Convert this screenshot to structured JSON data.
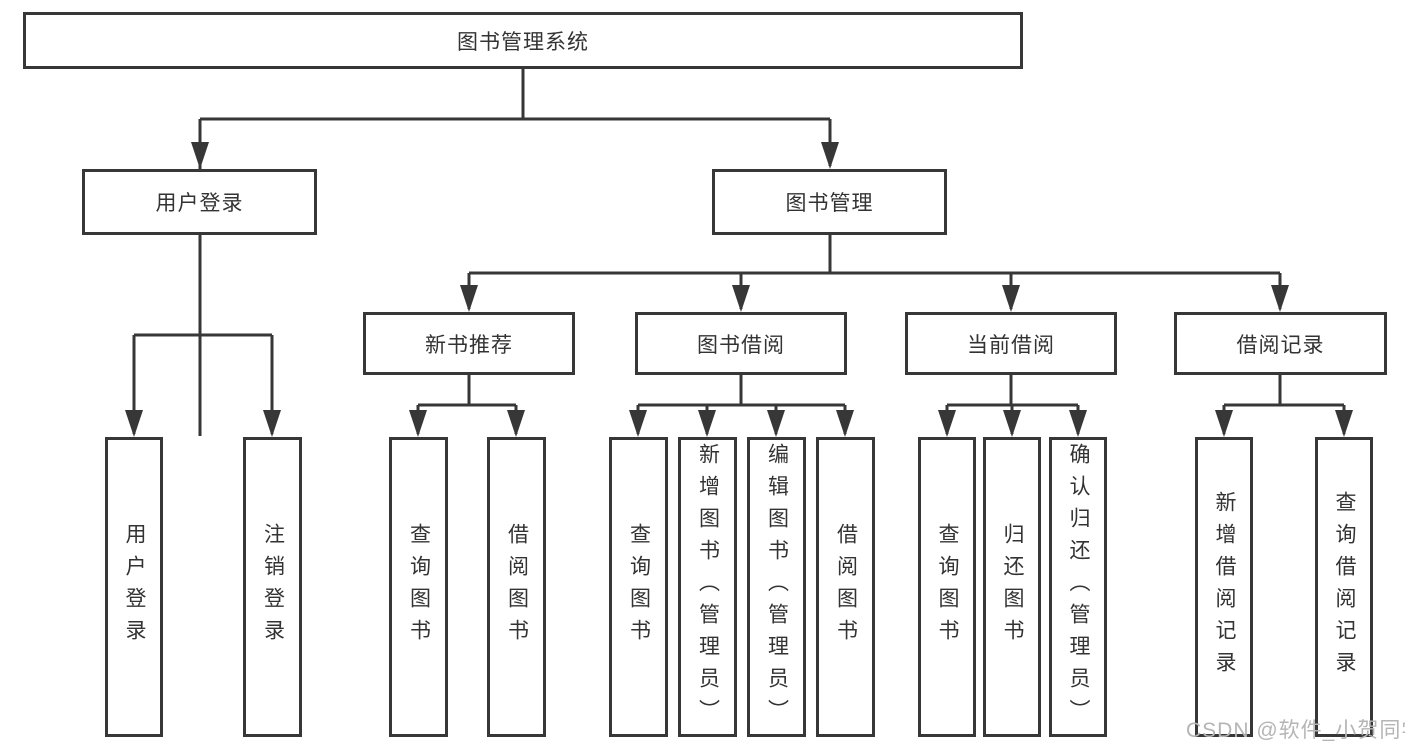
{
  "diagram_title": "图书管理系统",
  "nodes": {
    "root": "图书管理系统",
    "l2": [
      "用户登录",
      "图书管理"
    ],
    "l3": [
      "新书推荐",
      "图书借阅",
      "当前借阅",
      "借阅记录"
    ],
    "leaf_user": [
      "用户登录",
      "注销登录"
    ],
    "leaf_newbook": [
      "查询图书",
      "借阅图书"
    ],
    "leaf_borrow": [
      "查询图书",
      "新增图书（管理员）",
      "编辑图书（管理员）",
      "借阅图书"
    ],
    "leaf_current": [
      "查询图书",
      "归还图书",
      "确认归还（管理员）"
    ],
    "leaf_records": [
      "新增借阅记录",
      "查询借阅记录"
    ]
  },
  "watermark": "CSDN @软件_小贺同学",
  "colors": {
    "line": "#373737",
    "box_border": "#373737",
    "text": "#333333",
    "watermark": "#b5b5b5",
    "background": "#ffffff"
  }
}
